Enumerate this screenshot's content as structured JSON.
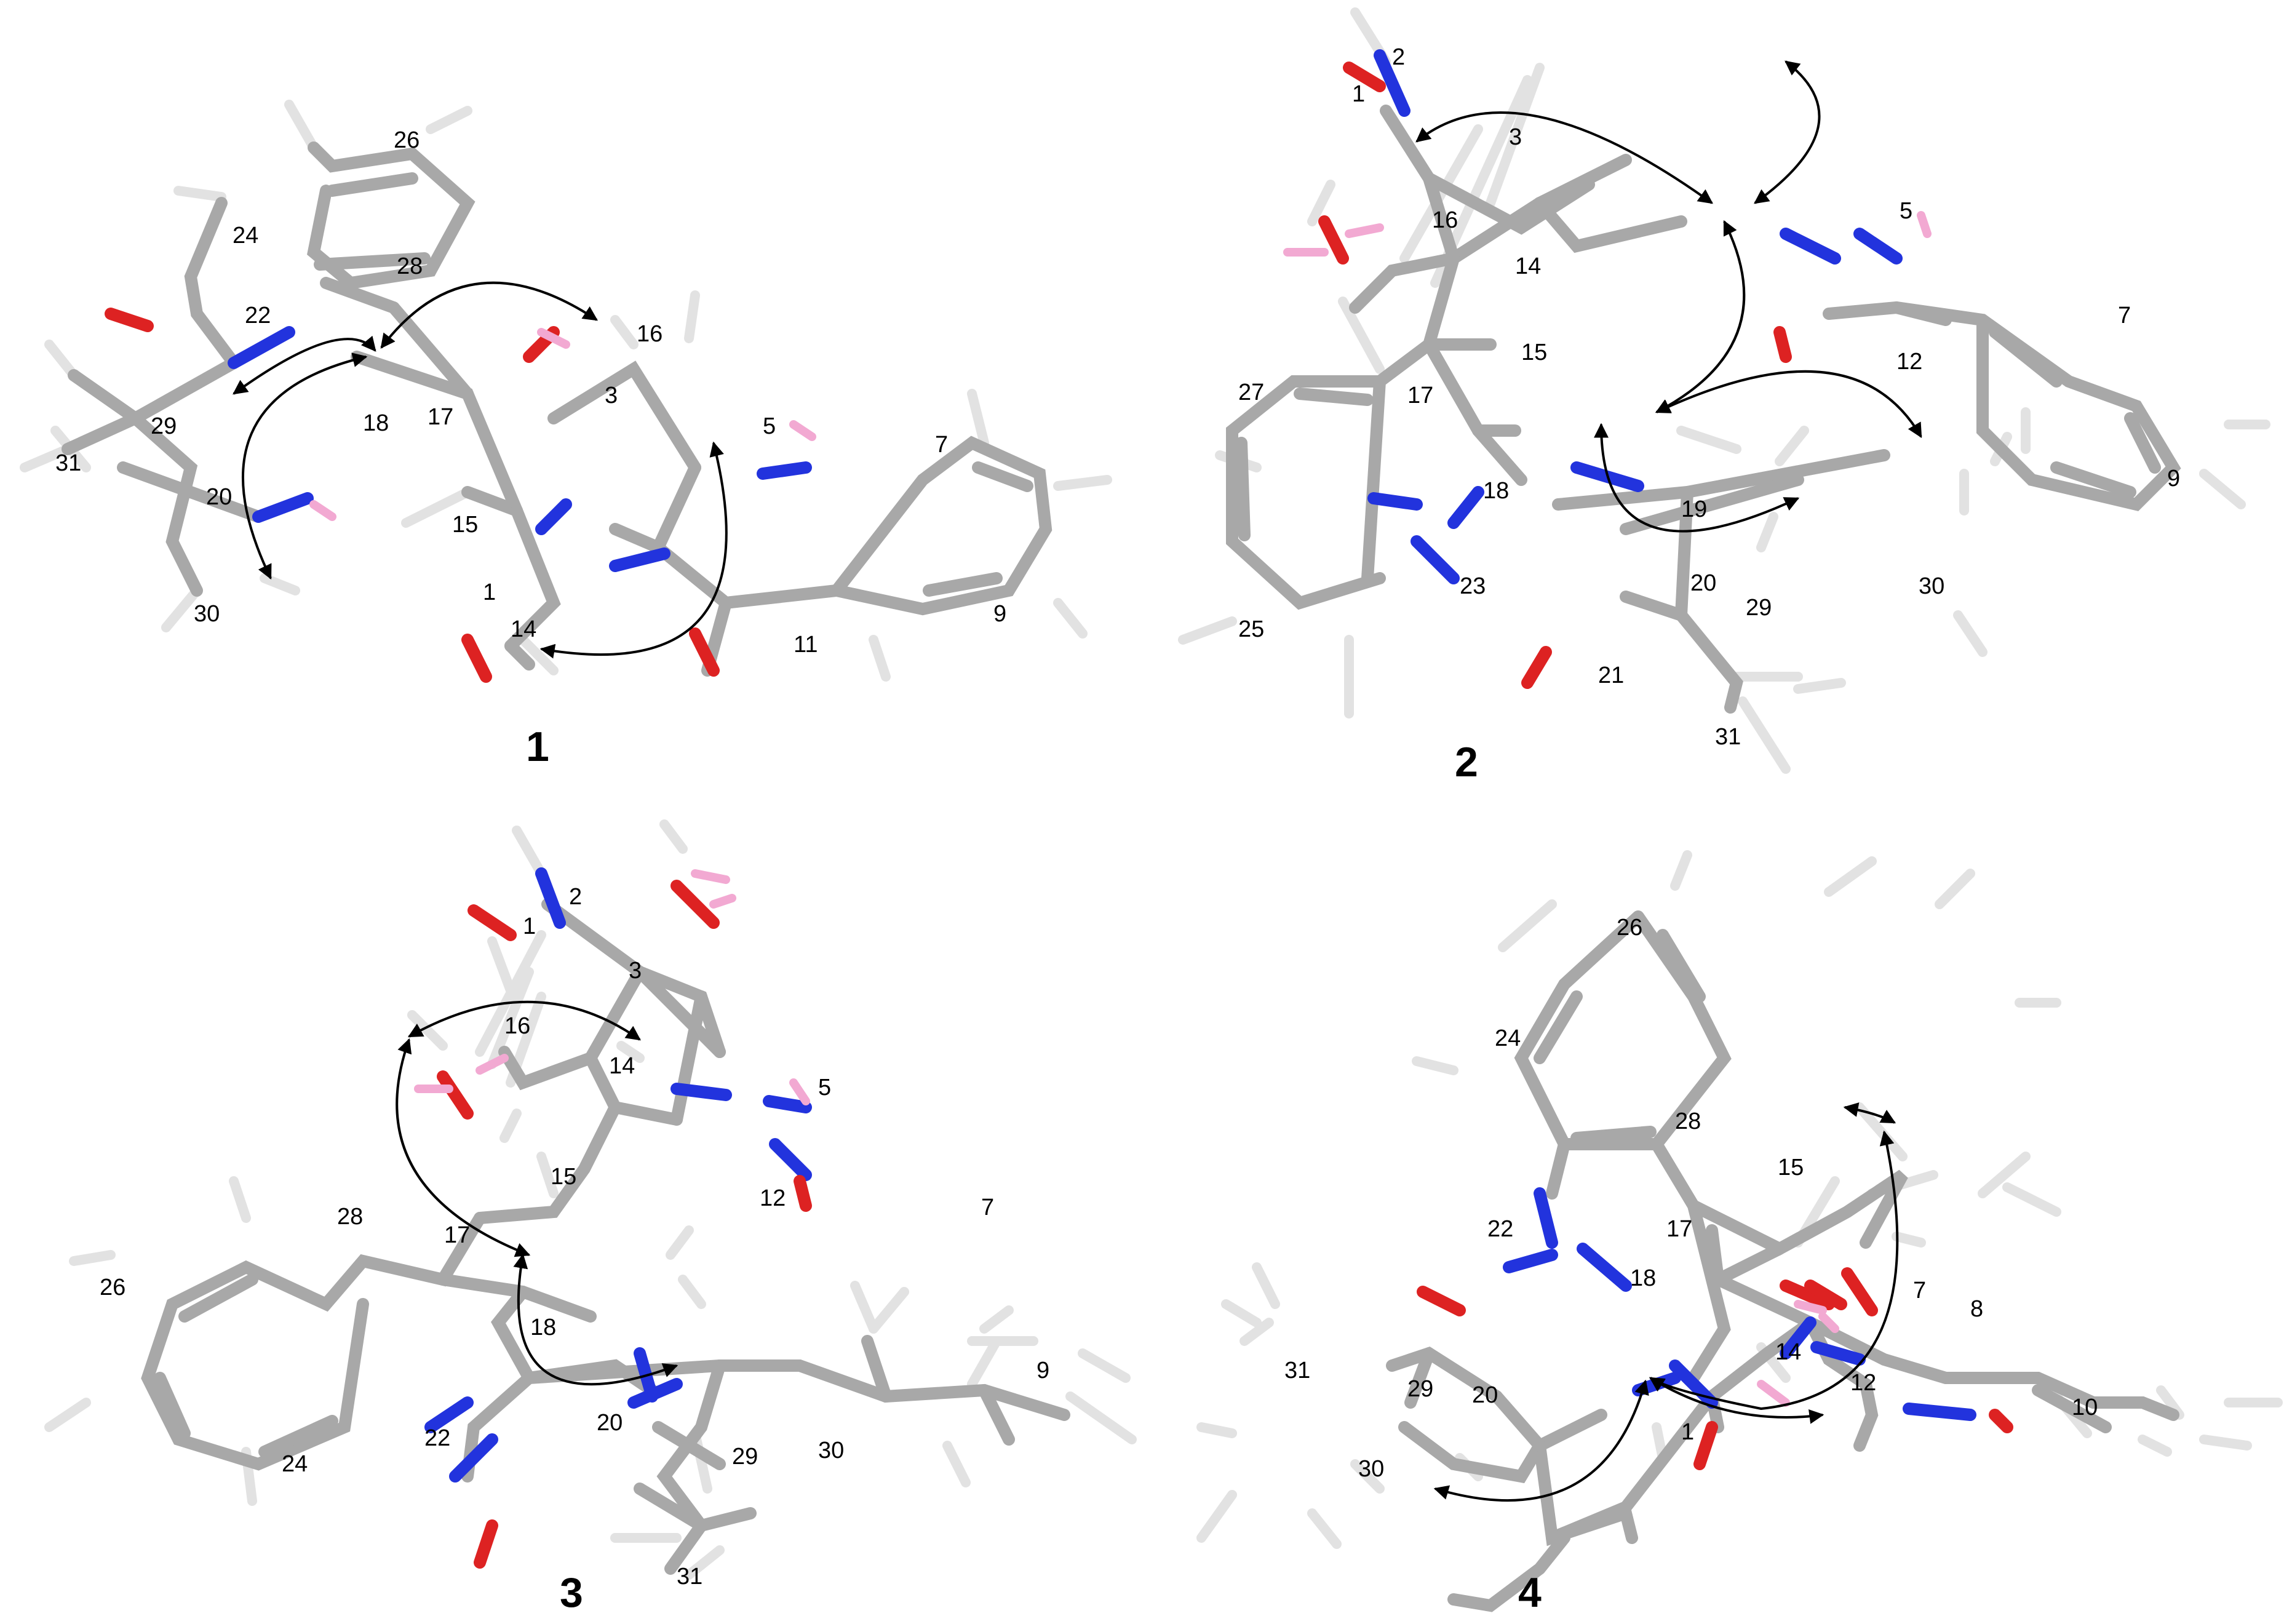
{
  "colors": {
    "carbon": "#a8a8a8",
    "carbon_dark": "#8e8e8e",
    "hydrogen": "#e2e2e2",
    "nitrogen": "#2233dd",
    "oxygen": "#dd2222",
    "h_polar": "#f2a9d2",
    "arrow": "#000000"
  },
  "panels": [
    {
      "id": "1",
      "label": "1",
      "atom_numbers": [
        "26",
        "24",
        "28",
        "22",
        "16",
        "29",
        "18",
        "17",
        "3",
        "5",
        "7",
        "31",
        "20",
        "15",
        "1",
        "14",
        "11",
        "9",
        "30"
      ]
    },
    {
      "id": "2",
      "label": "2",
      "atom_numbers": [
        "2",
        "1",
        "3",
        "5",
        "16",
        "14",
        "7",
        "15",
        "12",
        "27",
        "17",
        "18",
        "19",
        "9",
        "30",
        "20",
        "29",
        "23",
        "25",
        "21",
        "31"
      ]
    },
    {
      "id": "3",
      "label": "3",
      "atom_numbers": [
        "2",
        "1",
        "3",
        "16",
        "14",
        "5",
        "28",
        "15",
        "12",
        "7",
        "17",
        "26",
        "18",
        "20",
        "9",
        "22",
        "29",
        "30",
        "24",
        "31"
      ]
    },
    {
      "id": "4",
      "label": "4",
      "atom_numbers": [
        "26",
        "24",
        "28",
        "15",
        "17",
        "22",
        "18",
        "7",
        "8",
        "31",
        "14",
        "12",
        "29",
        "20",
        "10",
        "1",
        "30"
      ]
    }
  ]
}
